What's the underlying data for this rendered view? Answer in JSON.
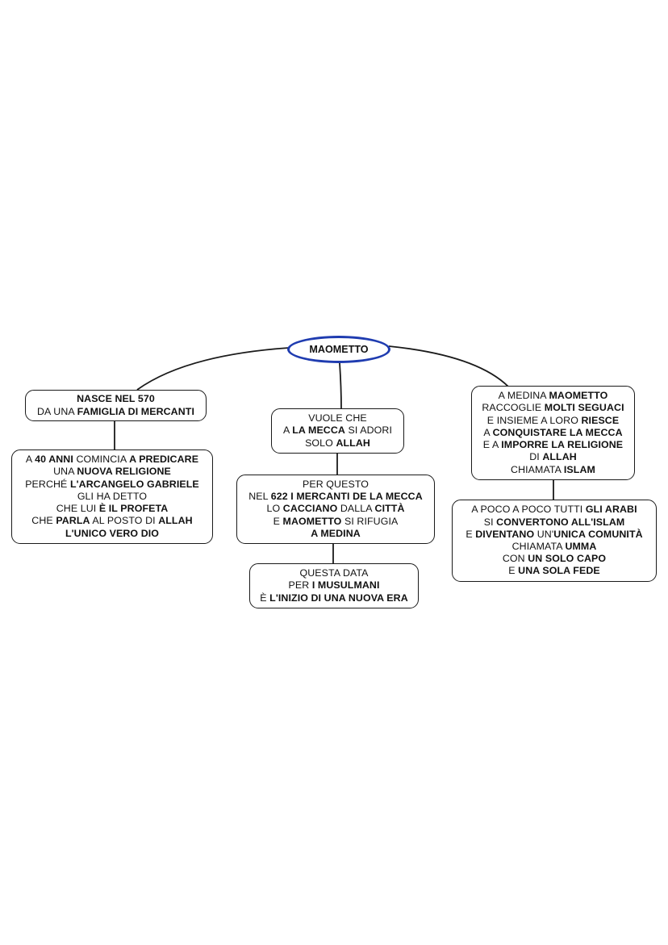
{
  "center": {
    "label": "MAOMETTO",
    "border_color": "#1f3cb0"
  },
  "nodes": [
    {
      "id": "birth",
      "lines": [
        [
          {
            "t": "NASCE NEL 570",
            "b": true
          }
        ],
        [
          {
            "t": "DA UNA ",
            "b": false
          },
          {
            "t": "FAMIGLIA DI MERCANTI",
            "b": true
          }
        ]
      ]
    },
    {
      "id": "preaching",
      "lines": [
        [
          {
            "t": "A ",
            "b": false
          },
          {
            "t": "40 ANNI",
            "b": true
          },
          {
            "t": " COMINCIA ",
            "b": false
          },
          {
            "t": "A PREDICARE",
            "b": true
          }
        ],
        [
          {
            "t": "UNA ",
            "b": false
          },
          {
            "t": "NUOVA RELIGIONE",
            "b": true
          }
        ],
        [
          {
            "t": "PERCHÉ ",
            "b": false
          },
          {
            "t": "L'ARCANGELO GABRIELE",
            "b": true
          }
        ],
        [
          {
            "t": "GLI HA DETTO",
            "b": false
          }
        ],
        [
          {
            "t": "CHE LUI ",
            "b": false
          },
          {
            "t": "È IL PROFETA",
            "b": true
          }
        ],
        [
          {
            "t": "CHE ",
            "b": false
          },
          {
            "t": "PARLA",
            "b": true
          },
          {
            "t": "  AL POSTO DI ",
            "b": false
          },
          {
            "t": "ALLAH",
            "b": true
          }
        ],
        [
          {
            "t": "L'UNICO VERO DIO",
            "b": true
          }
        ]
      ]
    },
    {
      "id": "mecca-worship",
      "lines": [
        [
          {
            "t": "VUOLE CHE",
            "b": false
          }
        ],
        [
          {
            "t": "A ",
            "b": false
          },
          {
            "t": "LA MECCA",
            "b": true
          },
          {
            "t": " SI ADORI",
            "b": false
          }
        ],
        [
          {
            "t": "SOLO ",
            "b": false
          },
          {
            "t": "ALLAH",
            "b": true
          }
        ]
      ]
    },
    {
      "id": "expulsion",
      "lines": [
        [
          {
            "t": "PER QUESTO",
            "b": false
          }
        ],
        [
          {
            "t": "NEL ",
            "b": false
          },
          {
            "t": "622 I MERCANTI DE LA MECCA",
            "b": true
          }
        ],
        [
          {
            "t": "LO ",
            "b": false
          },
          {
            "t": "CACCIANO",
            "b": true
          },
          {
            "t": " DALLA ",
            "b": false
          },
          {
            "t": "CITTÀ",
            "b": true
          }
        ],
        [
          {
            "t": "E ",
            "b": false
          },
          {
            "t": "MAOMETTO",
            "b": true
          },
          {
            "t": " SI RIFUGIA",
            "b": false
          }
        ],
        [
          {
            "t": "A MEDINA",
            "b": true
          }
        ]
      ]
    },
    {
      "id": "new-era",
      "lines": [
        [
          {
            "t": "QUESTA DATA",
            "b": false
          }
        ],
        [
          {
            "t": "PER ",
            "b": false
          },
          {
            "t": "I MUSULMANI",
            "b": true
          }
        ],
        [
          {
            "t": "È ",
            "b": false
          },
          {
            "t": "L'INIZIO DI UNA NUOVA ERA",
            "b": true
          }
        ]
      ]
    },
    {
      "id": "medina",
      "lines": [
        [
          {
            "t": "A MEDINA ",
            "b": false
          },
          {
            "t": "MAOMETTO",
            "b": true
          }
        ],
        [
          {
            "t": "RACCOGLIE ",
            "b": false
          },
          {
            "t": "MOLTI SEGUACI",
            "b": true
          }
        ],
        [
          {
            "t": "E INSIEME A LORO ",
            "b": false
          },
          {
            "t": "RIESCE",
            "b": true
          }
        ],
        [
          {
            "t": "A ",
            "b": false
          },
          {
            "t": "CONQUISTARE LA MECCA",
            "b": true
          }
        ],
        [
          {
            "t": "E A ",
            "b": false
          },
          {
            "t": "IMPORRE LA RELIGIONE",
            "b": true
          }
        ],
        [
          {
            "t": "DI ",
            "b": false
          },
          {
            "t": "ALLAH",
            "b": true
          }
        ],
        [
          {
            "t": "CHIAMATA ",
            "b": false
          },
          {
            "t": "ISLAM",
            "b": true
          }
        ]
      ]
    },
    {
      "id": "umma",
      "lines": [
        [
          {
            "t": "A POCO A POCO TUTTI ",
            "b": false
          },
          {
            "t": "GLI ARABI",
            "b": true
          }
        ],
        [
          {
            "t": "SI ",
            "b": false
          },
          {
            "t": "CONVERTONO ALL'ISLAM",
            "b": true
          }
        ],
        [
          {
            "t": "E ",
            "b": false
          },
          {
            "t": "DIVENTANO",
            "b": true
          },
          {
            "t": " UN'",
            "b": false
          },
          {
            "t": "UNICA COMUNITÀ",
            "b": true
          }
        ],
        [
          {
            "t": "CHIAMATA ",
            "b": false
          },
          {
            "t": "UMMA",
            "b": true
          }
        ],
        [
          {
            "t": "CON ",
            "b": false
          },
          {
            "t": "UN SOLO CAPO",
            "b": true
          }
        ],
        [
          {
            "t": "E ",
            "b": false
          },
          {
            "t": "UNA SOLA FEDE",
            "b": true
          }
        ]
      ]
    }
  ]
}
